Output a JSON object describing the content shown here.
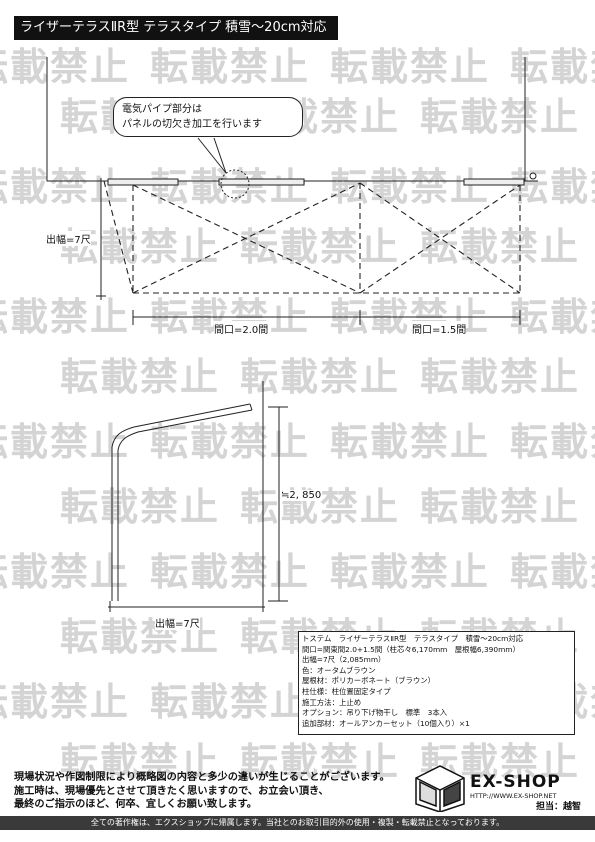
{
  "title": "ライザーテラスⅡR型 テラスタイプ 積雪〜20cm対応",
  "watermark": "転載禁止",
  "callout": {
    "line1": "電気パイプ部分は",
    "line2": "パネルの切欠き加工を行います"
  },
  "plan_view": {
    "depth_label": "出幅=7尺",
    "span1_label": "間口=2.0間",
    "span2_label": "間口=1.5間"
  },
  "side_view": {
    "height_label": "≒2, 850",
    "depth_label": "出幅=7尺"
  },
  "spec": [
    "トステム　ライザーテラスⅡR型　テラスタイプ　積雪〜20cm対応",
    "間口=関東間2.0+1.5間（柱芯々6,170mm　屋根幅6,390mm）",
    "出幅=7尺（2,085mm）",
    "色：オータムブラウン",
    "屋根材：ポリカーボネート（ブラウン）",
    "柱仕様：柱位置固定タイプ",
    "施工方法：上止め",
    "オプション：吊り下げ物干し　標準　3本入",
    "追加部材：オールアンカーセット（10個入り）×1"
  ],
  "notice": [
    "現場状況や作図制限により概略図の内容と多少の違いが生じることがございます。",
    "施工時は、現場優先とさせて頂きたく思いますので、お立会い頂き、",
    "最終のご指示のほど、何卒、宜しくお願い致します。"
  ],
  "brand": {
    "name": "EX-SHOP",
    "url": "HTTP://WWW.EX-SHOP.NET",
    "person": "担当：越智"
  },
  "footer": "全ての著作権は、エクスショップに帰属します。当社とのお取引目的外の使用・複製・転載禁止となっております。"
}
